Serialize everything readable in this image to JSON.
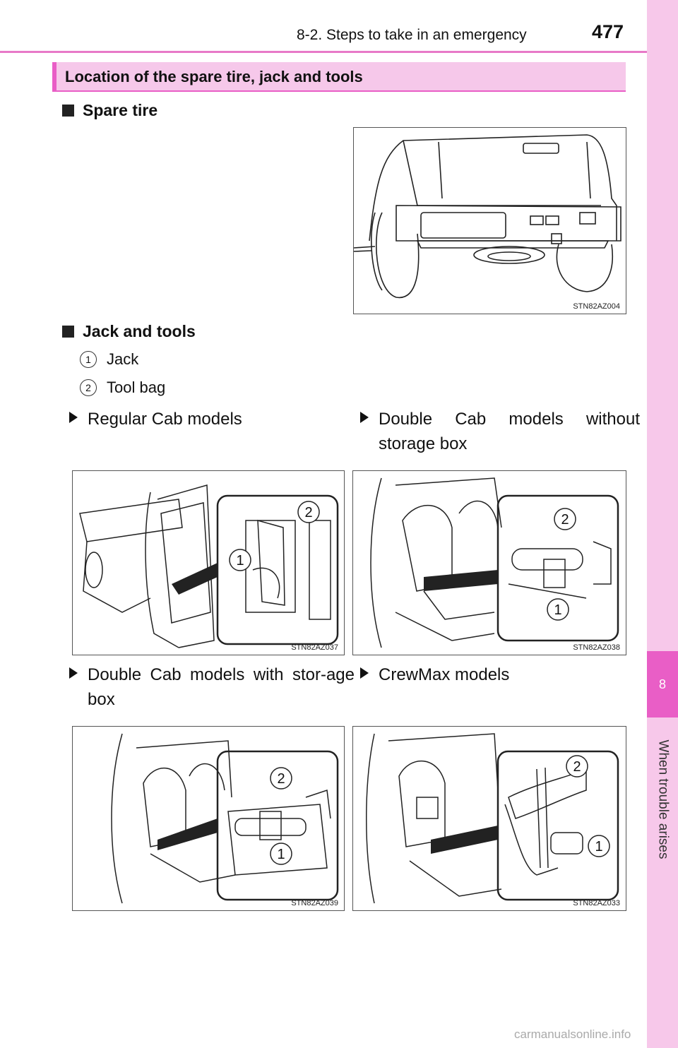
{
  "header": {
    "section_ref": "8-2. Steps to take in an emergency",
    "page_number": "477"
  },
  "side_tab": {
    "chapter_number": "8",
    "chapter_title": "When trouble arises"
  },
  "section": {
    "title": "Location of the spare tire, jack and tools"
  },
  "spare_tire": {
    "heading": "Spare tire",
    "figure_code": "STN82AZ004"
  },
  "jack_tools": {
    "heading": "Jack and tools",
    "items": [
      {
        "num": "1",
        "label": "Jack"
      },
      {
        "num": "2",
        "label": "Tool bag"
      }
    ]
  },
  "variants": [
    {
      "label": "Regular Cab models",
      "figure_code": "STN82AZ037"
    },
    {
      "label": "Double Cab models without storage box",
      "figure_code": "STN82AZ038"
    },
    {
      "label": "Double Cab models with stor-age box",
      "figure_code": "STN82AZ039"
    },
    {
      "label": "CrewMax models",
      "figure_code": "STN82AZ033"
    }
  ],
  "callouts": {
    "one": "1",
    "two": "2"
  },
  "watermark": "carmanualsonline.info"
}
